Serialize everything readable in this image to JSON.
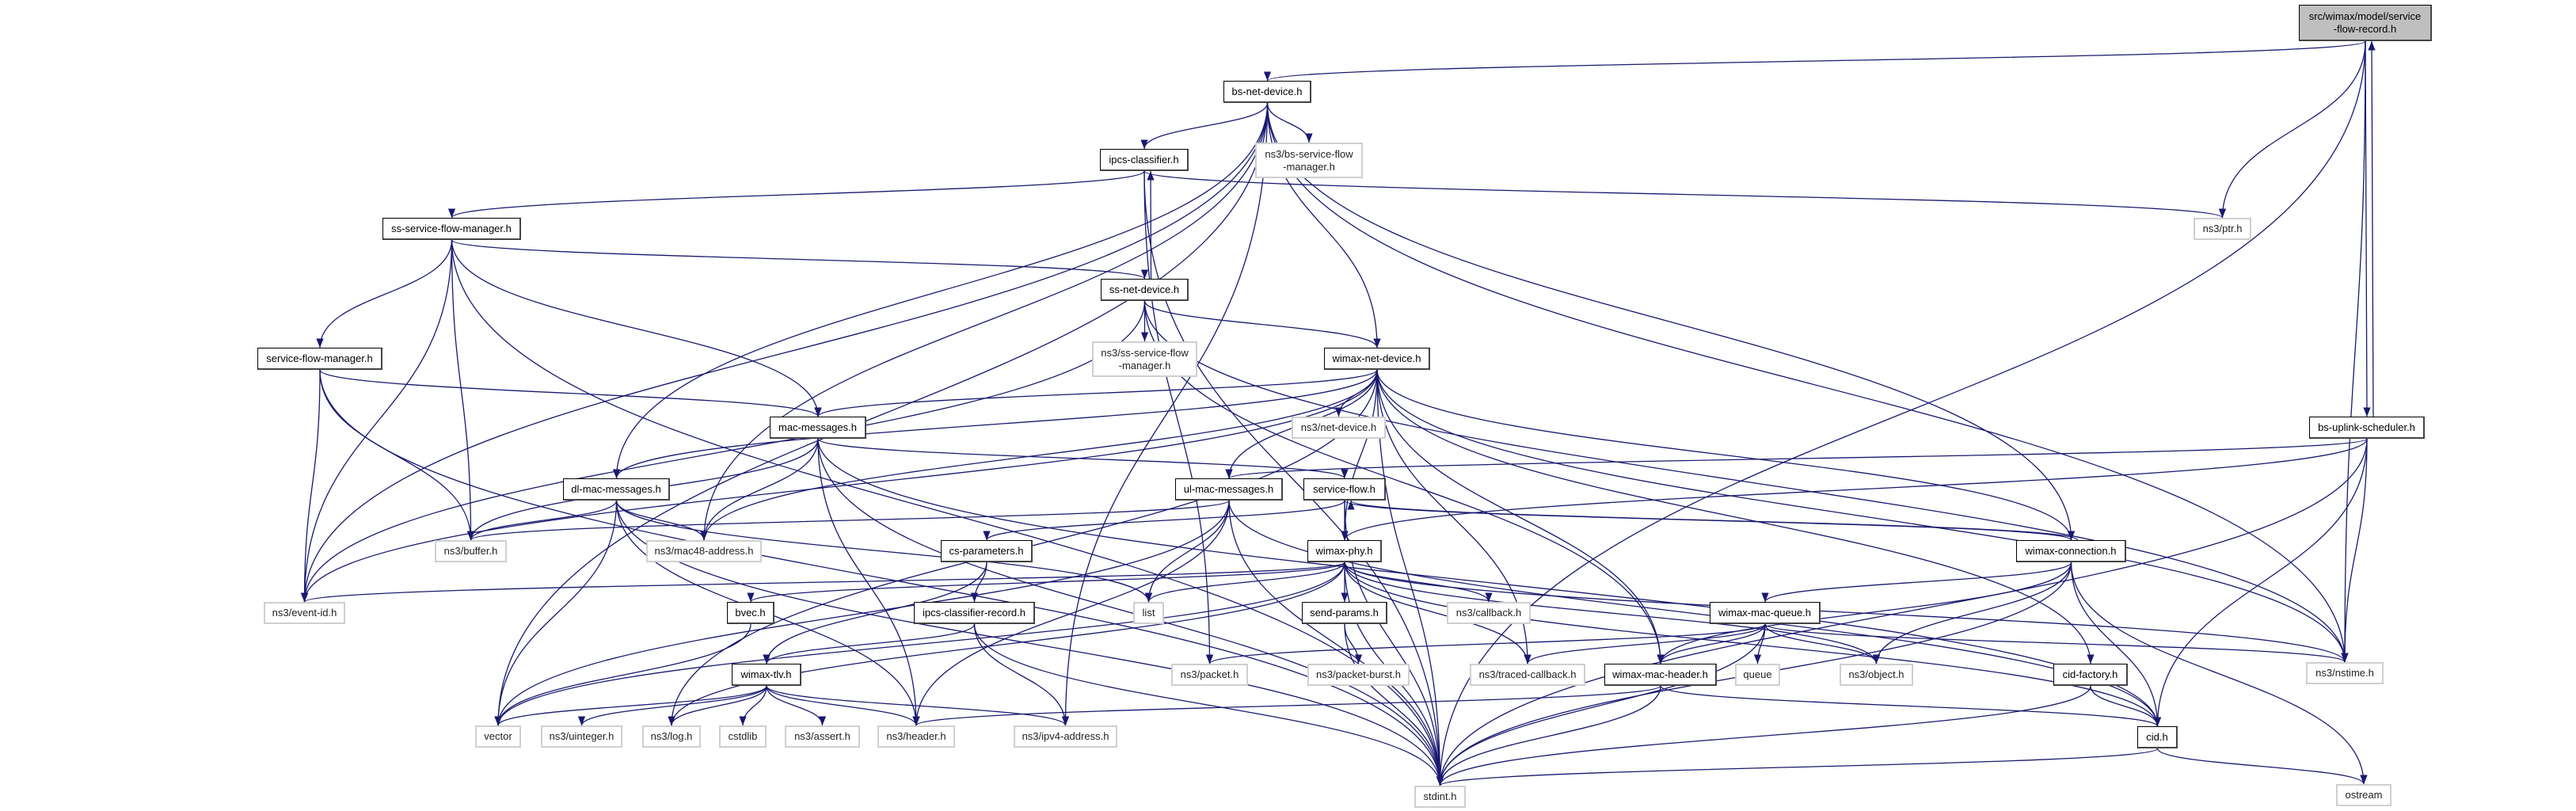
{
  "colors": {
    "edge": "#191970",
    "root_fill": "#bfbfbf",
    "local_border": "#000000",
    "external_border": "#cfcfcf"
  },
  "nodes": {
    "root": {
      "lines": [
        "src/wimax/model/service",
        "-flow-record.h"
      ],
      "kind": "root"
    },
    "bs_net_device": {
      "lines": [
        "bs-net-device.h"
      ],
      "kind": "local"
    },
    "ipcs_classifier": {
      "lines": [
        "ipcs-classifier.h"
      ],
      "kind": "local"
    },
    "ns3_bs_sfm": {
      "lines": [
        "ns3/bs-service-flow",
        "-manager.h"
      ],
      "kind": "external"
    },
    "ns3_ptr": {
      "lines": [
        "ns3/ptr.h"
      ],
      "kind": "external"
    },
    "ss_sfm": {
      "lines": [
        "ss-service-flow-manager.h"
      ],
      "kind": "local"
    },
    "ss_net_device": {
      "lines": [
        "ss-net-device.h"
      ],
      "kind": "local"
    },
    "ns3_ss_sfm": {
      "lines": [
        "ns3/ss-service-flow",
        "-manager.h"
      ],
      "kind": "external"
    },
    "sfm": {
      "lines": [
        "service-flow-manager.h"
      ],
      "kind": "local"
    },
    "wimax_net_device": {
      "lines": [
        "wimax-net-device.h"
      ],
      "kind": "local"
    },
    "mac_messages": {
      "lines": [
        "mac-messages.h"
      ],
      "kind": "local"
    },
    "ns3_net_device": {
      "lines": [
        "ns3/net-device.h"
      ],
      "kind": "external"
    },
    "bs_uplink_scheduler": {
      "lines": [
        "bs-uplink-scheduler.h"
      ],
      "kind": "local"
    },
    "dl_mac_messages": {
      "lines": [
        "dl-mac-messages.h"
      ],
      "kind": "local"
    },
    "ul_mac_messages": {
      "lines": [
        "ul-mac-messages.h"
      ],
      "kind": "local"
    },
    "service_flow": {
      "lines": [
        "service-flow.h"
      ],
      "kind": "local"
    },
    "ns3_buffer": {
      "lines": [
        "ns3/buffer.h"
      ],
      "kind": "external"
    },
    "ns3_mac48": {
      "lines": [
        "ns3/mac48-address.h"
      ],
      "kind": "external"
    },
    "cs_parameters": {
      "lines": [
        "cs-parameters.h"
      ],
      "kind": "local"
    },
    "wimax_phy": {
      "lines": [
        "wimax-phy.h"
      ],
      "kind": "local"
    },
    "wimax_connection": {
      "lines": [
        "wimax-connection.h"
      ],
      "kind": "local"
    },
    "ns3_event_id": {
      "lines": [
        "ns3/event-id.h"
      ],
      "kind": "external"
    },
    "bvec": {
      "lines": [
        "bvec.h"
      ],
      "kind": "local"
    },
    "ipcs_classifier_record": {
      "lines": [
        "ipcs-classifier-record.h"
      ],
      "kind": "local"
    },
    "list": {
      "lines": [
        "list"
      ],
      "kind": "external"
    },
    "send_params": {
      "lines": [
        "send-params.h"
      ],
      "kind": "local"
    },
    "ns3_callback": {
      "lines": [
        "ns3/callback.h"
      ],
      "kind": "external"
    },
    "wimax_mac_queue": {
      "lines": [
        "wimax-mac-queue.h"
      ],
      "kind": "local"
    },
    "wimax_tlv": {
      "lines": [
        "wimax-tlv.h"
      ],
      "kind": "local"
    },
    "ns3_packet": {
      "lines": [
        "ns3/packet.h"
      ],
      "kind": "external"
    },
    "ns3_packet_burst": {
      "lines": [
        "ns3/packet-burst.h"
      ],
      "kind": "external"
    },
    "ns3_traced_callback": {
      "lines": [
        "ns3/traced-callback.h"
      ],
      "kind": "external"
    },
    "wimax_mac_header": {
      "lines": [
        "wimax-mac-header.h"
      ],
      "kind": "local"
    },
    "queue": {
      "lines": [
        "queue"
      ],
      "kind": "external"
    },
    "ns3_object": {
      "lines": [
        "ns3/object.h"
      ],
      "kind": "external"
    },
    "cid_factory": {
      "lines": [
        "cid-factory.h"
      ],
      "kind": "local"
    },
    "ns3_nstime": {
      "lines": [
        "ns3/nstime.h"
      ],
      "kind": "external"
    },
    "vector": {
      "lines": [
        "vector"
      ],
      "kind": "external"
    },
    "ns3_uinteger": {
      "lines": [
        "ns3/uinteger.h"
      ],
      "kind": "external"
    },
    "ns3_log": {
      "lines": [
        "ns3/log.h"
      ],
      "kind": "external"
    },
    "cstdlib": {
      "lines": [
        "cstdlib"
      ],
      "kind": "external"
    },
    "ns3_assert": {
      "lines": [
        "ns3/assert.h"
      ],
      "kind": "external"
    },
    "ns3_header": {
      "lines": [
        "ns3/header.h"
      ],
      "kind": "external"
    },
    "ns3_ipv4": {
      "lines": [
        "ns3/ipv4-address.h"
      ],
      "kind": "external"
    },
    "cid": {
      "lines": [
        "cid.h"
      ],
      "kind": "local"
    },
    "stdint": {
      "lines": [
        "stdint.h"
      ],
      "kind": "external"
    },
    "ostream": {
      "lines": [
        "ostream"
      ],
      "kind": "external"
    }
  },
  "edges": [
    [
      "root",
      "bs_net_device"
    ],
    [
      "root",
      "ns3_ptr"
    ],
    [
      "root",
      "bs_uplink_scheduler"
    ],
    [
      "root",
      "stdint"
    ],
    [
      "root",
      "ns3_nstime"
    ],
    [
      "bs_uplink_scheduler",
      "root"
    ],
    [
      "bs_uplink_scheduler",
      "ul_mac_messages"
    ],
    [
      "bs_uplink_scheduler",
      "wimax_phy"
    ],
    [
      "bs_uplink_scheduler",
      "ns3_nstime"
    ],
    [
      "bs_uplink_scheduler",
      "cid"
    ],
    [
      "bs_uplink_scheduler",
      "stdint"
    ],
    [
      "bs_net_device",
      "ipcs_classifier"
    ],
    [
      "bs_net_device",
      "ns3_bs_sfm"
    ],
    [
      "bs_net_device",
      "wimax_net_device"
    ],
    [
      "bs_net_device",
      "dl_mac_messages"
    ],
    [
      "bs_net_device",
      "ns3_event_id"
    ],
    [
      "bs_net_device",
      "ns3_mac48"
    ],
    [
      "bs_net_device",
      "ns3_ipv4"
    ],
    [
      "bs_net_device",
      "wimax_connection"
    ],
    [
      "bs_net_device",
      "ns3_nstime"
    ],
    [
      "bs_net_device",
      "vector"
    ],
    [
      "ipcs_classifier",
      "ss_sfm"
    ],
    [
      "ipcs_classifier",
      "ns3_ptr"
    ],
    [
      "ipcs_classifier",
      "ns3_packet"
    ],
    [
      "ipcs_classifier",
      "stdint"
    ],
    [
      "ss_net_device",
      "ipcs_classifier"
    ],
    [
      "ss_net_device",
      "ns3_ss_sfm"
    ],
    [
      "ss_net_device",
      "wimax_net_device"
    ],
    [
      "ss_net_device",
      "ns3_event_id"
    ],
    [
      "ss_net_device",
      "wimax_mac_header"
    ],
    [
      "ss_net_device",
      "ns3_nstime"
    ],
    [
      "ss_sfm",
      "ss_net_device"
    ],
    [
      "ss_sfm",
      "sfm"
    ],
    [
      "ss_sfm",
      "mac_messages"
    ],
    [
      "ss_sfm",
      "ns3_buffer"
    ],
    [
      "ss_sfm",
      "ns3_event_id"
    ],
    [
      "ss_sfm",
      "stdint"
    ],
    [
      "sfm",
      "mac_messages"
    ],
    [
      "sfm",
      "ns3_buffer"
    ],
    [
      "sfm",
      "ns3_event_id"
    ],
    [
      "sfm",
      "stdint"
    ],
    [
      "wimax_net_device",
      "mac_messages"
    ],
    [
      "wimax_net_device",
      "dl_mac_messages"
    ],
    [
      "wimax_net_device",
      "ul_mac_messages"
    ],
    [
      "wimax_net_device",
      "ns3_net_device"
    ],
    [
      "wimax_net_device",
      "wimax_phy"
    ],
    [
      "wimax_net_device",
      "wimax_connection"
    ],
    [
      "wimax_net_device",
      "ns3_traced_callback"
    ],
    [
      "wimax_net_device",
      "wimax_mac_header"
    ],
    [
      "wimax_net_device",
      "ns3_mac48"
    ],
    [
      "wimax_net_device",
      "ns3_event_id"
    ],
    [
      "wimax_net_device",
      "ns3_nstime"
    ],
    [
      "wimax_net_device",
      "cid_factory"
    ],
    [
      "wimax_net_device",
      "stdint"
    ],
    [
      "wimax_net_device",
      "ns3_log"
    ],
    [
      "mac_messages",
      "ns3_buffer"
    ],
    [
      "mac_messages",
      "ns3_mac48"
    ],
    [
      "mac_messages",
      "ns3_header"
    ],
    [
      "mac_messages",
      "service_flow"
    ],
    [
      "mac_messages",
      "cid"
    ],
    [
      "mac_messages",
      "stdint"
    ],
    [
      "dl_mac_messages",
      "ns3_buffer"
    ],
    [
      "dl_mac_messages",
      "ns3_mac48"
    ],
    [
      "dl_mac_messages",
      "vector"
    ],
    [
      "dl_mac_messages",
      "stdint"
    ],
    [
      "dl_mac_messages",
      "ns3_header"
    ],
    [
      "dl_mac_messages",
      "list"
    ],
    [
      "ul_mac_messages",
      "ns3_buffer"
    ],
    [
      "ul_mac_messages",
      "list"
    ],
    [
      "ul_mac_messages",
      "vector"
    ],
    [
      "ul_mac_messages",
      "ns3_header"
    ],
    [
      "ul_mac_messages",
      "cid"
    ],
    [
      "ul_mac_messages",
      "stdint"
    ],
    [
      "service_flow",
      "cs_parameters"
    ],
    [
      "service_flow",
      "wimax_phy"
    ],
    [
      "service_flow",
      "wimax_connection"
    ],
    [
      "service_flow",
      "stdint"
    ],
    [
      "wimax_connection",
      "service_flow"
    ],
    [
      "wimax_connection",
      "wimax_mac_queue"
    ],
    [
      "wimax_connection",
      "cid"
    ],
    [
      "wimax_connection",
      "ns3_object"
    ],
    [
      "wimax_connection",
      "ostream"
    ],
    [
      "wimax_connection",
      "stdint"
    ],
    [
      "wimax_connection",
      "wimax_mac_header"
    ],
    [
      "cs_parameters",
      "ipcs_classifier_record"
    ],
    [
      "cs_parameters",
      "wimax_tlv"
    ],
    [
      "ipcs_classifier_record",
      "wimax_tlv"
    ],
    [
      "ipcs_classifier_record",
      "ns3_ipv4"
    ],
    [
      "ipcs_classifier_record",
      "stdint"
    ],
    [
      "wimax_phy",
      "list"
    ],
    [
      "wimax_phy",
      "send_params"
    ],
    [
      "wimax_phy",
      "ns3_callback"
    ],
    [
      "wimax_phy",
      "ns3_traced_callback"
    ],
    [
      "wimax_phy",
      "ns3_event_id"
    ],
    [
      "wimax_phy",
      "bvec"
    ],
    [
      "wimax_phy",
      "vector"
    ],
    [
      "wimax_phy",
      "ns3_log"
    ],
    [
      "wimax_phy",
      "stdint"
    ],
    [
      "wimax_phy",
      "ns3_nstime"
    ],
    [
      "wimax_phy",
      "ns3_object"
    ],
    [
      "wimax_phy",
      "cid"
    ],
    [
      "send_params",
      "ns3_packet_burst"
    ],
    [
      "send_params",
      "stdint"
    ],
    [
      "wimax_mac_queue",
      "ns3_packet"
    ],
    [
      "wimax_mac_queue",
      "queue"
    ],
    [
      "wimax_mac_queue",
      "ns3_object"
    ],
    [
      "wimax_mac_queue",
      "ns3_traced_callback"
    ],
    [
      "wimax_mac_queue",
      "wimax_mac_header"
    ],
    [
      "wimax_mac_queue",
      "ns3_nstime"
    ],
    [
      "wimax_mac_queue",
      "stdint"
    ],
    [
      "wimax_mac_header",
      "ns3_header"
    ],
    [
      "wimax_mac_header",
      "cid"
    ],
    [
      "wimax_mac_header",
      "stdint"
    ],
    [
      "bvec",
      "vector"
    ],
    [
      "wimax_tlv",
      "vector"
    ],
    [
      "wimax_tlv",
      "ns3_uinteger"
    ],
    [
      "wimax_tlv",
      "ns3_log"
    ],
    [
      "wimax_tlv",
      "cstdlib"
    ],
    [
      "wimax_tlv",
      "ns3_assert"
    ],
    [
      "wimax_tlv",
      "ns3_header"
    ],
    [
      "wimax_tlv",
      "ns3_ipv4"
    ],
    [
      "cid_factory",
      "cid"
    ],
    [
      "cid_factory",
      "stdint"
    ],
    [
      "cid",
      "ostream"
    ],
    [
      "cid",
      "stdint"
    ]
  ]
}
